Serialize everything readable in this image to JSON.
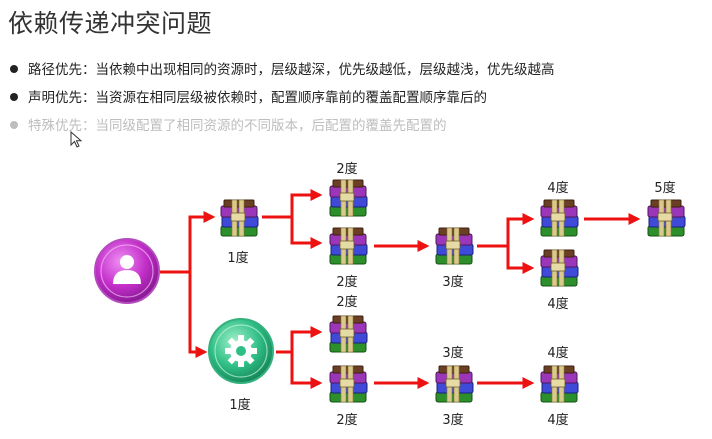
{
  "title": "依赖传递冲突问题",
  "bullets": [
    "路径优先：当依赖中出现相同的资源时，层级越深，优先级越低，层级越浅，优先级越高",
    "声明优先：当资源在相同层级被依赖时，配置顺序靠前的覆盖配置顺序靠后的",
    "特殊优先：当同级配置了相同资源的不同版本，后配置的覆盖先配置的"
  ],
  "labels": {
    "t1_1": "1度",
    "t1_2a": "2度",
    "t1_2b": "2度",
    "t1_3": "3度",
    "t1_4a": "4度",
    "t1_4b": "4度",
    "t1_5": "5度",
    "t2_2a": "2度",
    "t2_1": "1度",
    "t2_3top": "3度",
    "t2_4top": "4度",
    "t2_2b": "2度",
    "t2_3bot": "3度",
    "t2_4bot": "4度"
  },
  "colors": {
    "arrow": "#ee1111",
    "user_root": "#c32fc9",
    "settings_root": "#2fbe85"
  },
  "icons": {
    "root_top": "user-icon",
    "root_bottom": "gear-icon",
    "node": "archive-books-icon",
    "cursor": "mouse-cursor-icon"
  }
}
